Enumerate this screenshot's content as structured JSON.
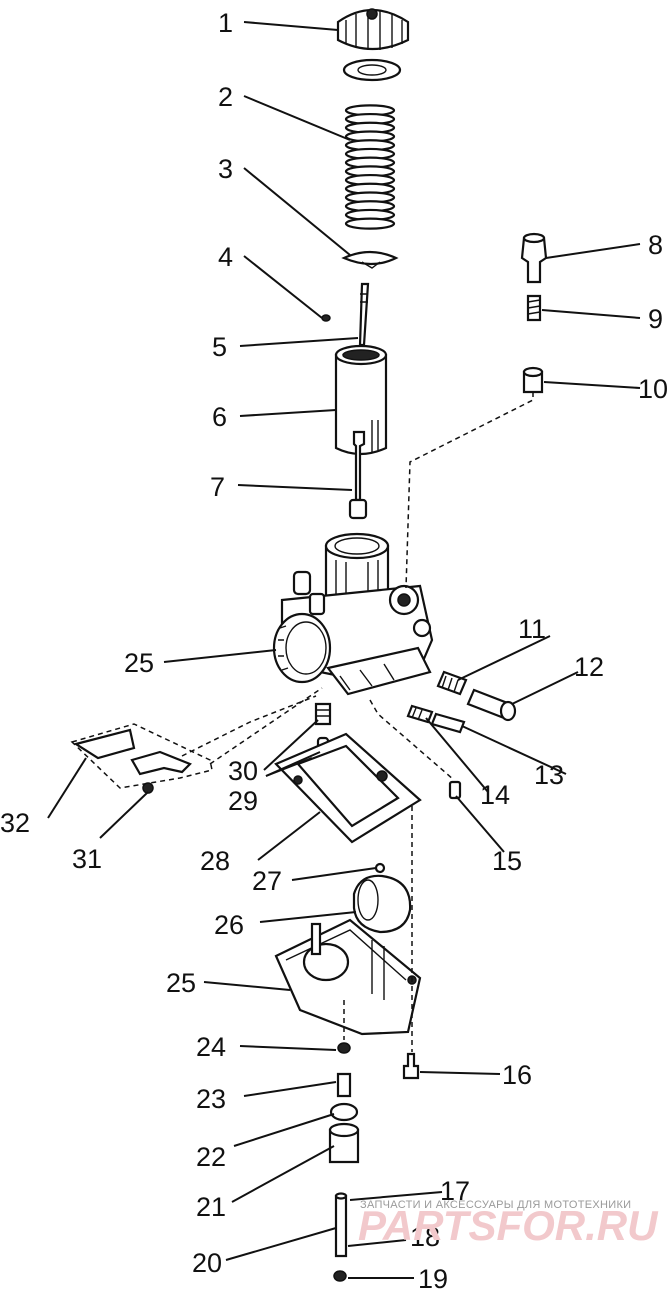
{
  "callouts": [
    "1",
    "2",
    "3",
    "4",
    "5",
    "6",
    "7",
    "8",
    "9",
    "10",
    "11",
    "12",
    "13",
    "14",
    "15",
    "16",
    "17",
    "18",
    "19",
    "20",
    "21",
    "22",
    "23",
    "24",
    "25",
    "25",
    "26",
    "27",
    "28",
    "29",
    "30",
    "31",
    "32"
  ],
  "watermark": {
    "caption": "ЗАПЧАСТИ И АКСЕССУАРЫ ДЛЯ МОТОТЕХНИКИ",
    "brand": "PARTSFOR.RU"
  },
  "colors": {
    "ink": "#111111",
    "watermark": "#f2c9cc",
    "background": "#ffffff"
  }
}
